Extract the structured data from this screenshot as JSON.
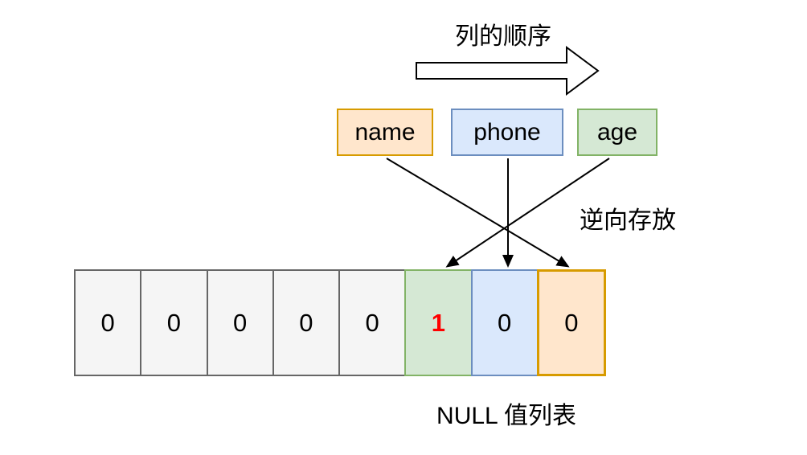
{
  "diagram": {
    "title": "列的顺序",
    "reverse_note": "逆向存放",
    "caption": "NULL 值列表"
  },
  "columns": [
    {
      "label": "name",
      "fill": "#ffe6cc",
      "border": "#d79b00"
    },
    {
      "label": "phone",
      "fill": "#dae8fc",
      "border": "#6c8ebf"
    },
    {
      "label": "age",
      "fill": "#d5e8d4",
      "border": "#82b366"
    }
  ],
  "null_list_cells": [
    {
      "value": "0",
      "fill": "#f5f5f5",
      "border": "#666666",
      "border_width": 2,
      "text_color": "#000000",
      "bold": false
    },
    {
      "value": "0",
      "fill": "#f5f5f5",
      "border": "#666666",
      "border_width": 2,
      "text_color": "#000000",
      "bold": false
    },
    {
      "value": "0",
      "fill": "#f5f5f5",
      "border": "#666666",
      "border_width": 2,
      "text_color": "#000000",
      "bold": false
    },
    {
      "value": "0",
      "fill": "#f5f5f5",
      "border": "#666666",
      "border_width": 2,
      "text_color": "#000000",
      "bold": false
    },
    {
      "value": "0",
      "fill": "#f5f5f5",
      "border": "#666666",
      "border_width": 2,
      "text_color": "#000000",
      "bold": false
    },
    {
      "value": "1",
      "fill": "#d5e8d4",
      "border": "#82b366",
      "border_width": 2,
      "text_color": "#ff0000",
      "bold": true
    },
    {
      "value": "0",
      "fill": "#dae8fc",
      "border": "#6c8ebf",
      "border_width": 2,
      "text_color": "#000000",
      "bold": false
    },
    {
      "value": "0",
      "fill": "#ffe6cc",
      "border": "#d79b00",
      "border_width": 3,
      "text_color": "#000000",
      "bold": false
    }
  ],
  "icons": {
    "flow_direction_arrow": "hollow-right-arrow"
  },
  "colors": {
    "background": "#ffffff",
    "line": "#000000",
    "highlight_value": "#ff0000"
  }
}
